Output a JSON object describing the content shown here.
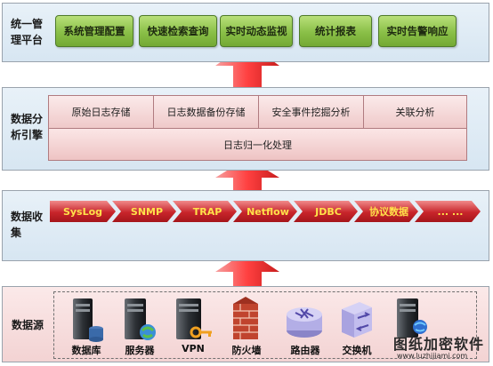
{
  "layers": {
    "management": {
      "label": "统一管理平台",
      "buttons": [
        "系统管理配置",
        "快速检索查询",
        "实时动态监视",
        "统计报表",
        "实时告警响应"
      ]
    },
    "engine": {
      "label": "数据分析引擎",
      "top_cells": [
        "原始日志存储",
        "日志数据备份存储",
        "安全事件挖掘分析",
        "关联分析"
      ],
      "bottom": "日志归一化处理"
    },
    "collection": {
      "label": "数据收集",
      "items": [
        "SysLog",
        "SNMP",
        "TRAP",
        "Netflow",
        "JDBC",
        "协议数据",
        "... ..."
      ]
    },
    "source": {
      "label": "数据源",
      "devices": [
        {
          "name": "数据库",
          "icon": "database-server-icon"
        },
        {
          "name": "服务器",
          "icon": "server-icon"
        },
        {
          "name": "VPN",
          "icon": "vpn-icon"
        },
        {
          "name": "防火墙",
          "icon": "firewall-icon"
        },
        {
          "name": "路由器",
          "icon": "router-icon"
        },
        {
          "name": "交换机",
          "icon": "switch-icon"
        },
        {
          "name": "",
          "icon": "server-globe-icon"
        }
      ]
    }
  },
  "watermark": {
    "line1": "图纸加密软件",
    "line2": "www.luzhijiami.com"
  },
  "colors": {
    "layer_bg": "#dde9f3",
    "source_bg": "#f6dede",
    "button_green": "#89bf47",
    "chevron_red": "#c8252b",
    "chevron_text": "#ffe24a",
    "arrow_red": "#e0302f"
  }
}
